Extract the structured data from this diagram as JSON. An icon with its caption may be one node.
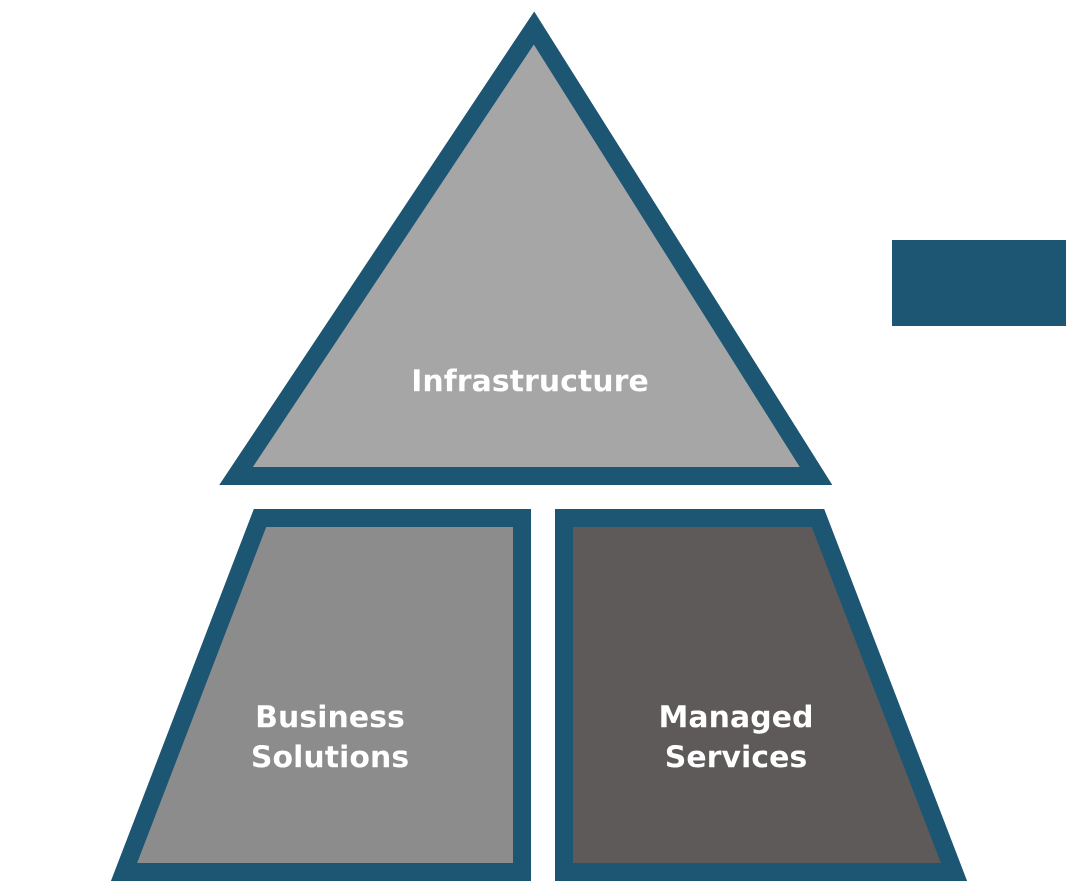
{
  "diagram": {
    "nodes": [
      {
        "text": [
          "Infrastructure"
        ]
      },
      {
        "text": [
          "Business Solutions"
        ]
      },
      {
        "text": [
          "Managed Services"
        ]
      }
    ]
  }
}
